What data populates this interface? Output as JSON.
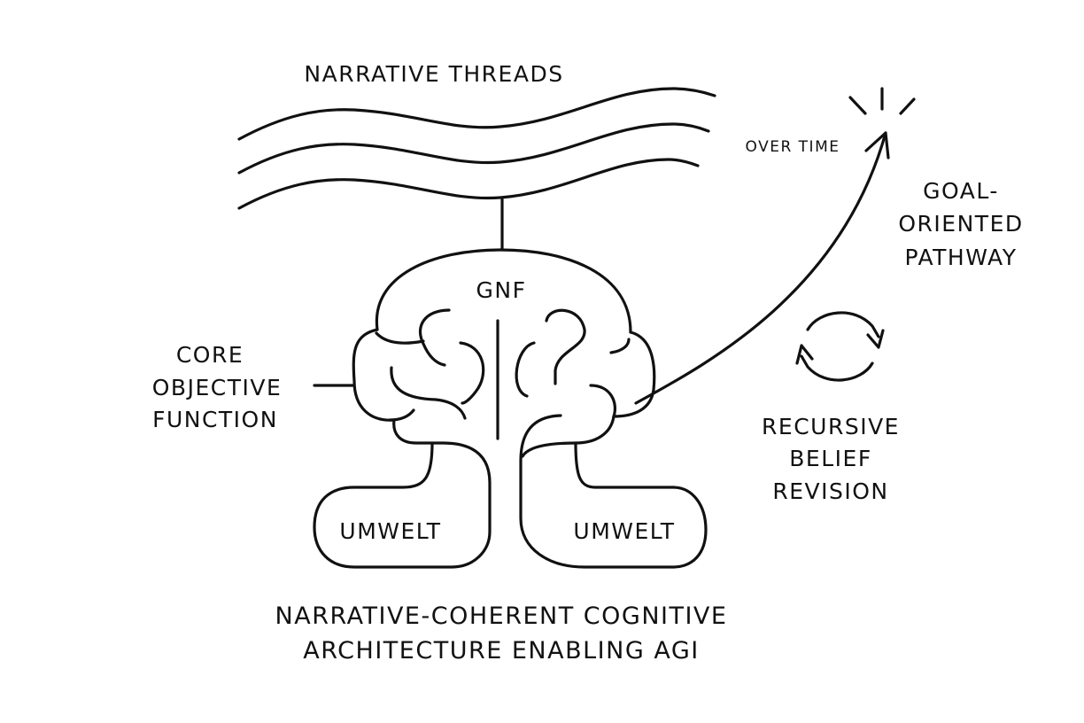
{
  "labels": {
    "narrative_threads": "NARRATIVE THREADS",
    "over_time": "OVER TIME",
    "goal_pathway": [
      "GOAL-",
      "ORIENTED",
      "PATHWAY"
    ],
    "core_objective": [
      "CORE",
      "OBJECTIVE",
      "FUNCTION"
    ],
    "recursive_revision": [
      "RECURSIVE",
      "BELIEF",
      "REVISION"
    ],
    "gnf": "GNF",
    "umwelt_left": "UMWELT",
    "umwelt_right": "UMWELT",
    "caption": [
      "NARRATIVE-COHERENT COGNITIVE",
      "ARCHITECTURE ENABLING AGI"
    ]
  },
  "colors": {
    "ink": "#111111",
    "background": "#ffffff"
  }
}
